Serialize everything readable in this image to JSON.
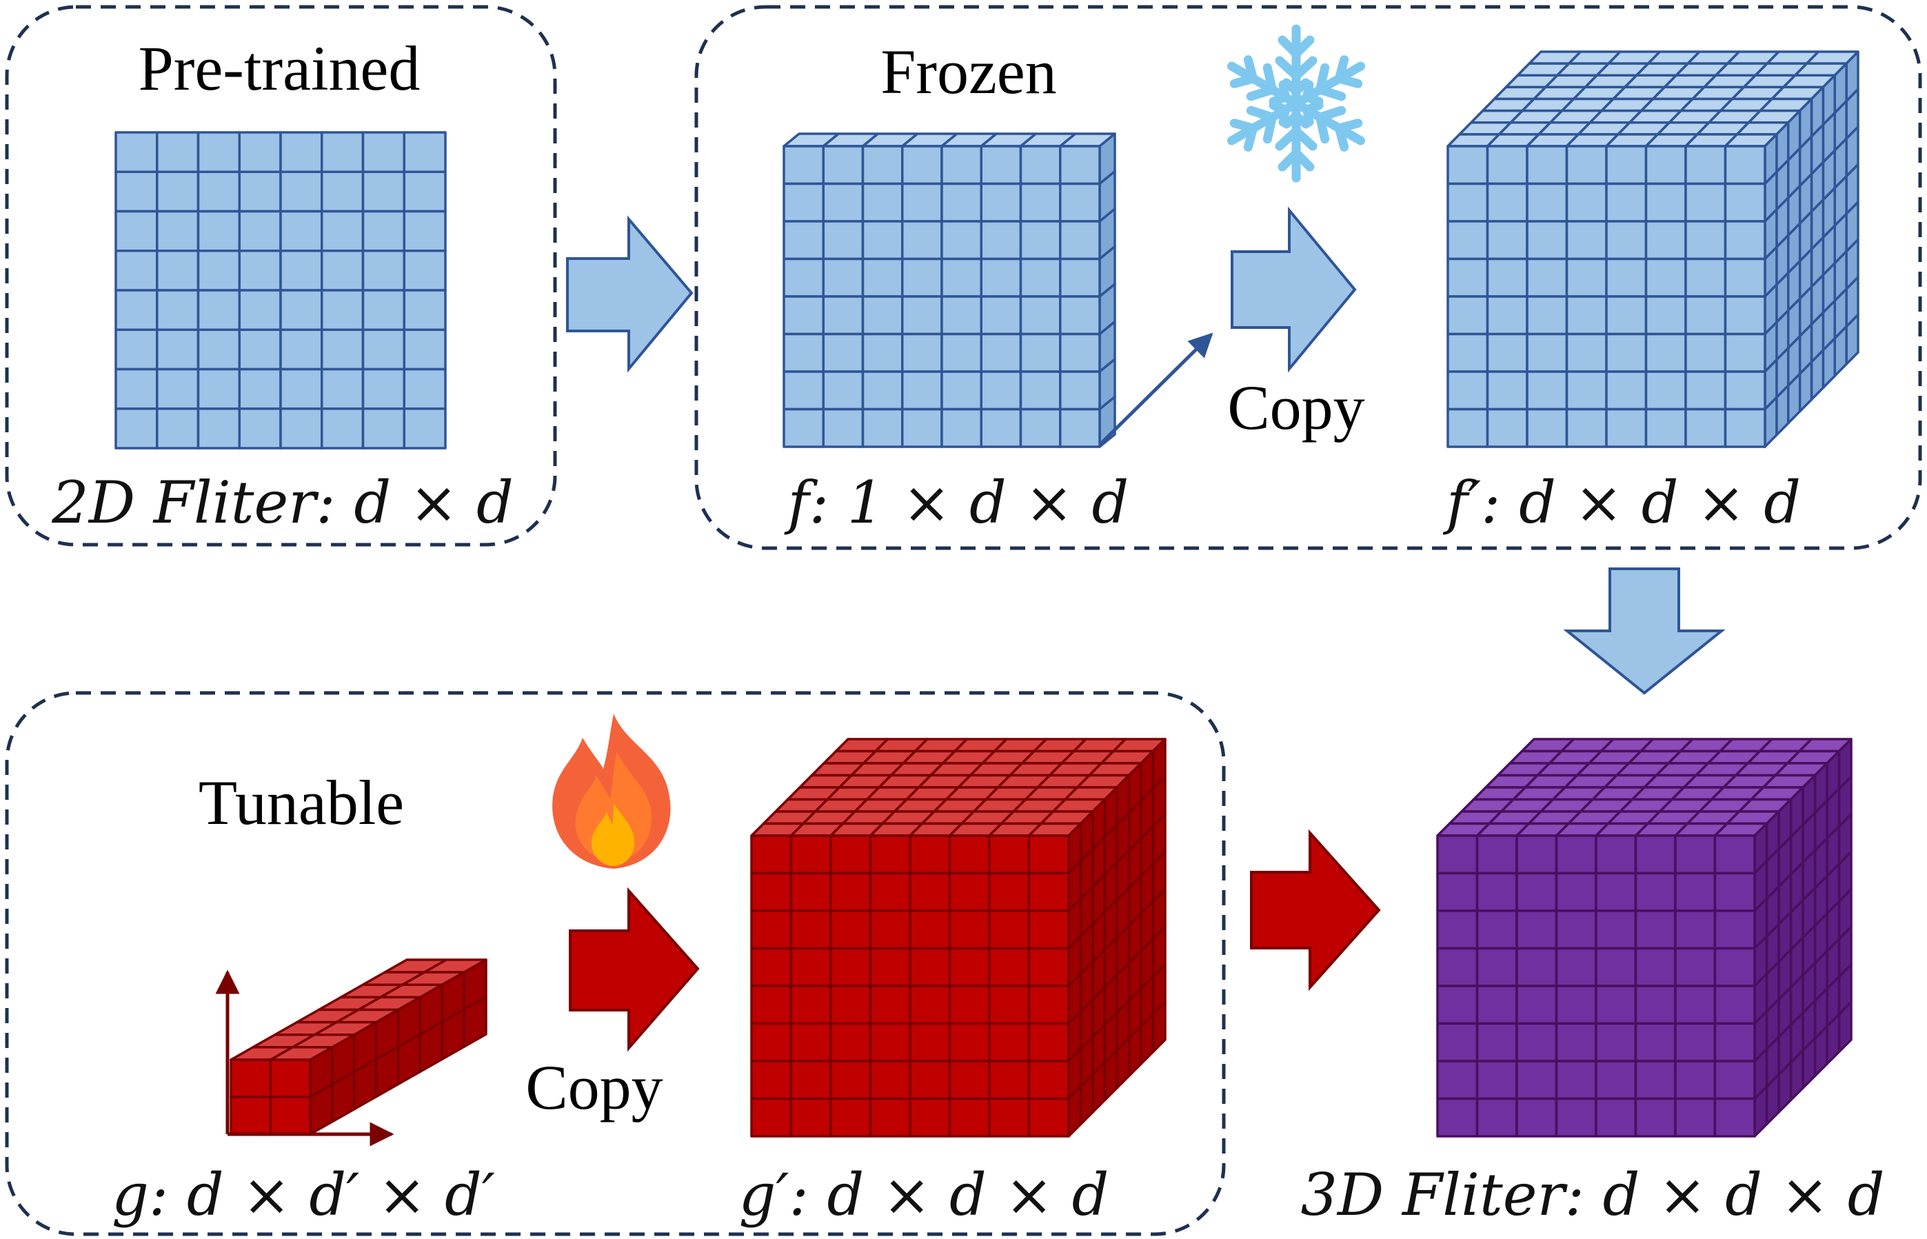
{
  "colors": {
    "blue_fill": "#9dc3e6",
    "blue_stroke": "#2f5597",
    "red_fill": "#c00000",
    "red_stroke": "#7a0000",
    "purple_fill": "#7030a0",
    "purple_stroke": "#4a0f5e",
    "dashed_border": "#1f3050",
    "arrow_blue_fill": "#9dc3e6",
    "arrow_blue_stroke": "#2f5597",
    "arrow_red_fill": "#c00000",
    "arrow_red_stroke": "#7a0000",
    "snowflake": "#7ec8ef",
    "flame_outer": "#f4623a",
    "flame_inner": "#ffb300"
  },
  "labels": {
    "pretrained": "Pre-trained",
    "frozen": "Frozen",
    "tunable": "Tunable",
    "copy_top": "Copy",
    "copy_bottom": "Copy",
    "filter_2d": "2D Fliter: d × d",
    "f": "f: 1 × d × d",
    "f_prime": "f′: d × d × d",
    "g": "g: d × d′ × d′",
    "g_prime": "g′: d × d × d",
    "filter_3d": "3D Fliter: d × d × d"
  },
  "icons": {
    "snowflake": "snowflake-icon",
    "flame": "flame-icon"
  }
}
